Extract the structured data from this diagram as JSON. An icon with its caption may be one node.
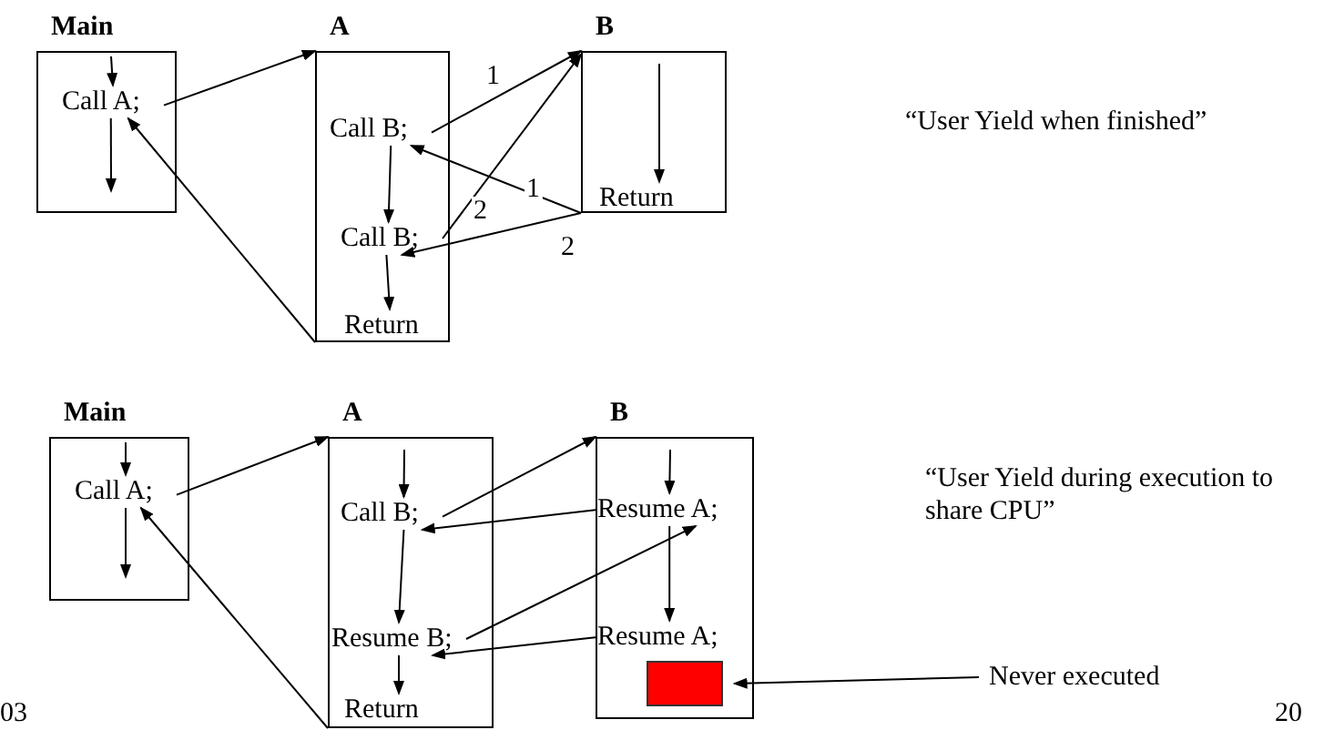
{
  "diagram": {
    "nodes": [
      {
        "text": [
          "Main"
        ]
      },
      {
        "text": [
          "Call A;"
        ],
        "in": 0
      },
      {
        "text": [
          "A"
        ]
      },
      {
        "text": [
          "Call B;"
        ],
        "in": 2
      },
      {
        "text": [
          "Call B;"
        ],
        "in": 2
      },
      {
        "text": [
          "Return"
        ],
        "in": 2
      },
      {
        "text": [
          "B"
        ]
      },
      {
        "text": [
          "Return"
        ],
        "in": 6
      },
      {
        "text": [
          "Main"
        ]
      },
      {
        "text": [
          "Call A;"
        ],
        "in": 8
      },
      {
        "text": [
          "A"
        ]
      },
      {
        "text": [
          "Call B;"
        ],
        "in": 10
      },
      {
        "text": [
          "Resume B;"
        ],
        "in": 10
      },
      {
        "text": [
          "Return"
        ],
        "in": 10
      },
      {
        "text": [
          "B"
        ]
      },
      {
        "text": [
          "Resume A;"
        ],
        "in": 14
      },
      {
        "text": [
          "Resume A;"
        ],
        "in": 14
      },
      {
        "text": [],
        "shape": "box",
        "in": 14
      },
      {
        "text": [
          "Never executed"
        ]
      }
    ],
    "edges": [
      {
        "from": 1,
        "to": 2,
        "arrow": "to"
      },
      {
        "from": 2,
        "to": 1,
        "arrow": "to"
      },
      {
        "from": 3,
        "to": 6,
        "arrow": "to",
        "label": "1"
      },
      {
        "from": 6,
        "to": 3,
        "arrow": "to",
        "label": "1"
      },
      {
        "from": 4,
        "to": 6,
        "arrow": "to",
        "label": "2"
      },
      {
        "from": 6,
        "to": 4,
        "arrow": "to",
        "label": "2"
      },
      {
        "from": null,
        "to": 1,
        "arrow": "to"
      },
      {
        "from": 3,
        "to": 4,
        "arrow": "to"
      },
      {
        "from": 4,
        "to": 5,
        "arrow": "to"
      },
      {
        "from": null,
        "to": 7,
        "arrow": "to"
      },
      {
        "from": 9,
        "to": 10,
        "arrow": "to"
      },
      {
        "from": 10,
        "to": 9,
        "arrow": "to"
      },
      {
        "from": 11,
        "to": 14,
        "arrow": "to"
      },
      {
        "from": 15,
        "to": 11,
        "arrow": "to"
      },
      {
        "from": 12,
        "to": 15,
        "arrow": "to"
      },
      {
        "from": 16,
        "to": 12,
        "arrow": "to"
      },
      {
        "from": 18,
        "to": 17,
        "arrow": "to"
      },
      {
        "from": null,
        "to": 9,
        "arrow": "to"
      },
      {
        "from": null,
        "to": 11,
        "arrow": "to"
      },
      {
        "from": 11,
        "to": 12,
        "arrow": "to"
      },
      {
        "from": 12,
        "to": 13,
        "arrow": "to"
      },
      {
        "from": null,
        "to": 15,
        "arrow": "to"
      },
      {
        "from": 15,
        "to": 16,
        "arrow": "to"
      },
      {
        "from": 1,
        "to": null,
        "arrow": "to"
      },
      {
        "from": 9,
        "to": null,
        "arrow": "to"
      }
    ],
    "labels": [
      "“User Yield when finished”",
      "“User Yield during execution to share CPU”",
      "03",
      "20"
    ]
  }
}
